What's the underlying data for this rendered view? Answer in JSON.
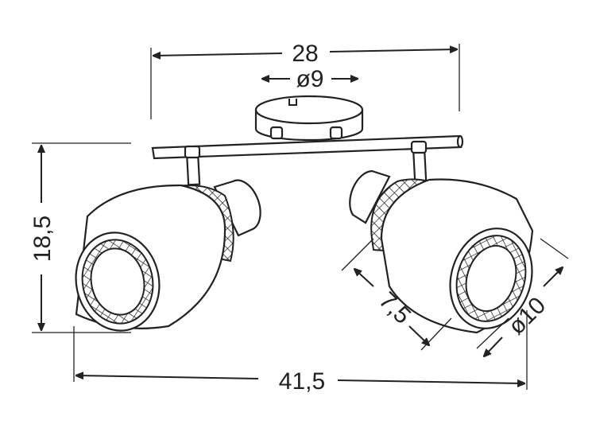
{
  "dimensions": {
    "top_width": "28",
    "canopy_diameter": "ø9",
    "height": "18,5",
    "shade_depth": "7,5",
    "shade_diameter": "ø10",
    "total_width": "41,5"
  },
  "colors": {
    "line": "#222222",
    "background": "#ffffff"
  }
}
